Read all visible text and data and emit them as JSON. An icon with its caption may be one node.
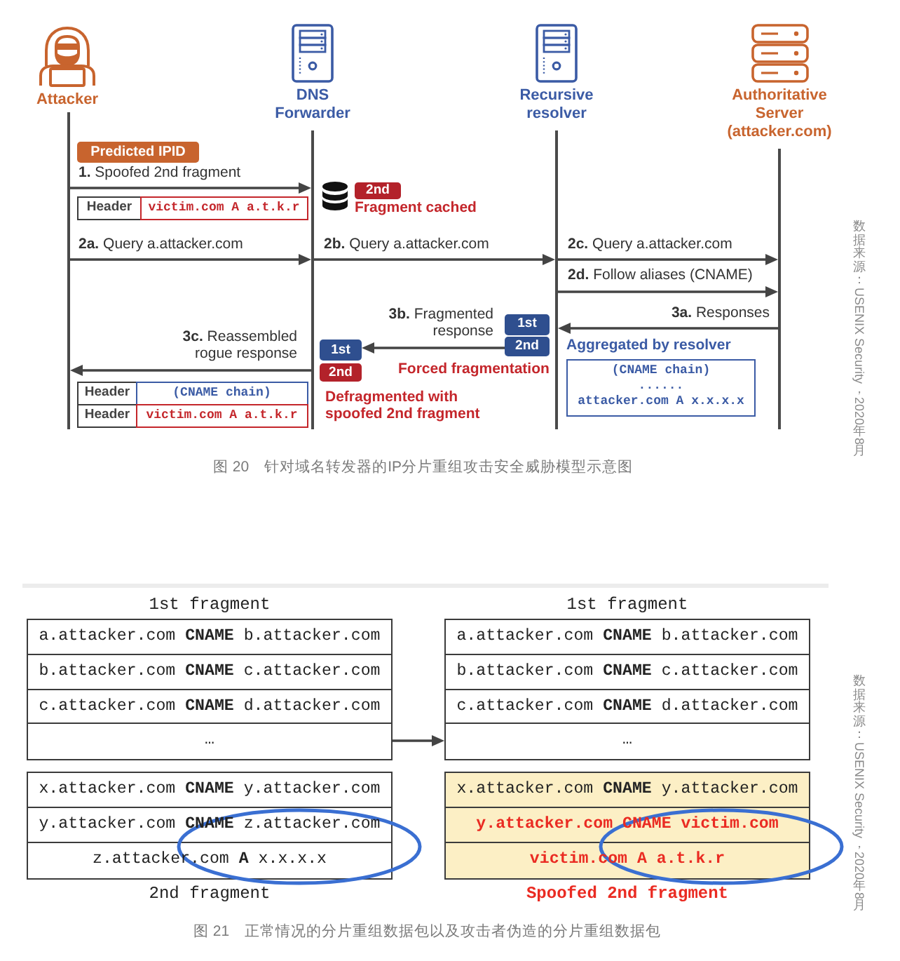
{
  "diagram": {
    "nodes": [
      {
        "text": [
          "Attacker"
        ]
      },
      {
        "text": [
          "DNS Forwarder"
        ]
      },
      {
        "text": [
          "Recursive resolver"
        ]
      },
      {
        "text": [
          "Authoritative Server (attacker.com)"
        ]
      },
      {
        "text": [],
        "shape": "line"
      },
      {
        "text": [],
        "shape": "line"
      },
      {
        "text": [],
        "shape": "line"
      },
      {
        "text": [],
        "shape": "line"
      },
      {
        "text": [
          "Predicted IPID"
        ]
      },
      {
        "text": [
          "Header"
        ]
      },
      {
        "text": [
          "victim.com A a.t.k.r"
        ]
      },
      {
        "text": [
          "2nd"
        ]
      },
      {
        "text": [
          "1st"
        ]
      },
      {
        "text": [
          "2nd"
        ]
      },
      {
        "text": [
          "1st"
        ]
      },
      {
        "text": [
          "2nd"
        ]
      },
      {
        "text": [
          "Aggregated by resolver",
          "(CNAME chain)",
          "......",
          "attacker.com A x.x.x.x"
        ]
      },
      {
        "text": [
          "Header"
        ]
      },
      {
        "text": [
          "(CNAME chain)"
        ]
      },
      {
        "text": [
          "Header"
        ]
      },
      {
        "text": [
          "victim.com A a.t.k.r"
        ]
      },
      {
        "text": [
          "1st fragment"
        ]
      },
      {
        "text": [
          "a.attacker.com **CNAME** b.attacker.com"
        ],
        "in": 21
      },
      {
        "text": [
          "b.attacker.com **CNAME** c.attacker.com"
        ],
        "in": 21
      },
      {
        "text": [
          "c.attacker.com **CNAME** d.attacker.com"
        ],
        "in": 21
      },
      {
        "text": [
          "…"
        ],
        "in": 21
      },
      {
        "text": [
          "2nd fragment"
        ]
      },
      {
        "text": [
          "x.attacker.com **CNAME** y.attacker.com"
        ],
        "in": 26
      },
      {
        "text": [
          "y.attacker.com **CNAME** z.attacker.com"
        ],
        "in": 26
      },
      {
        "text": [
          "z.attacker.com **A** x.x.x.x"
        ],
        "in": 26
      },
      {
        "text": [
          "1st fragment"
        ]
      },
      {
        "text": [
          "a.attacker.com **CNAME** b.attacker.com"
        ],
        "in": 30
      },
      {
        "text": [
          "b.attacker.com **CNAME** c.attacker.com"
        ],
        "in": 30
      },
      {
        "text": [
          "c.attacker.com **CNAME** d.attacker.com"
        ],
        "in": 30
      },
      {
        "text": [
          "…"
        ],
        "in": 30
      },
      {
        "text": [
          "Spoofed 2nd fragment"
        ]
      },
      {
        "text": [
          "x.attacker.com **CNAME** y.attacker.com"
        ],
        "in": 35
      },
      {
        "text": [
          "y.attacker.com CNAME victim.com"
        ],
        "in": 35
      },
      {
        "text": [
          "victim.com A a.t.k.r"
        ],
        "in": 35
      }
    ],
    "edges": [
      {
        "from": 4,
        "to": 5,
        "arrow": "to",
        "label": "**1.** Spoofed 2nd fragment"
      },
      {
        "from": 4,
        "to": 5,
        "arrow": "to",
        "label": "**2a.** Query a.attacker.com"
      },
      {
        "from": 5,
        "to": 6,
        "arrow": "to",
        "label": "**2b.** Query a.attacker.com"
      },
      {
        "from": 6,
        "to": 7,
        "arrow": "to",
        "label": "**2c.** Query a.attacker.com"
      },
      {
        "from": 6,
        "to": 7,
        "arrow": "to",
        "label": "**2d.** Follow aliases (CNAME)"
      },
      {
        "from": 7,
        "to": 6,
        "arrow": "to",
        "label": "**3a.** Responses"
      },
      {
        "from": 13,
        "to": 14,
        "arrow": "to",
        "label": "**3b.** Fragmented response"
      },
      {
        "from": 5,
        "to": 4,
        "arrow": "to",
        "label": "**3c.** Reassembled rogue response"
      },
      {
        "from": 25,
        "to": 34,
        "arrow": "to"
      }
    ],
    "labels": [
      "Fragment cached",
      "Forced fragmentation",
      "Defragmented with spoofed 2nd fragment",
      "数据来源：USENIX Security，2020年8月",
      "图 20　针对域名转发器的IP分片重组攻击安全威胁模型示意图",
      "数据来源：USENIX Security，2020年8月",
      "图 21　正常情况的分片重组数据包以及攻击者伪造的分片重组数据包"
    ]
  }
}
